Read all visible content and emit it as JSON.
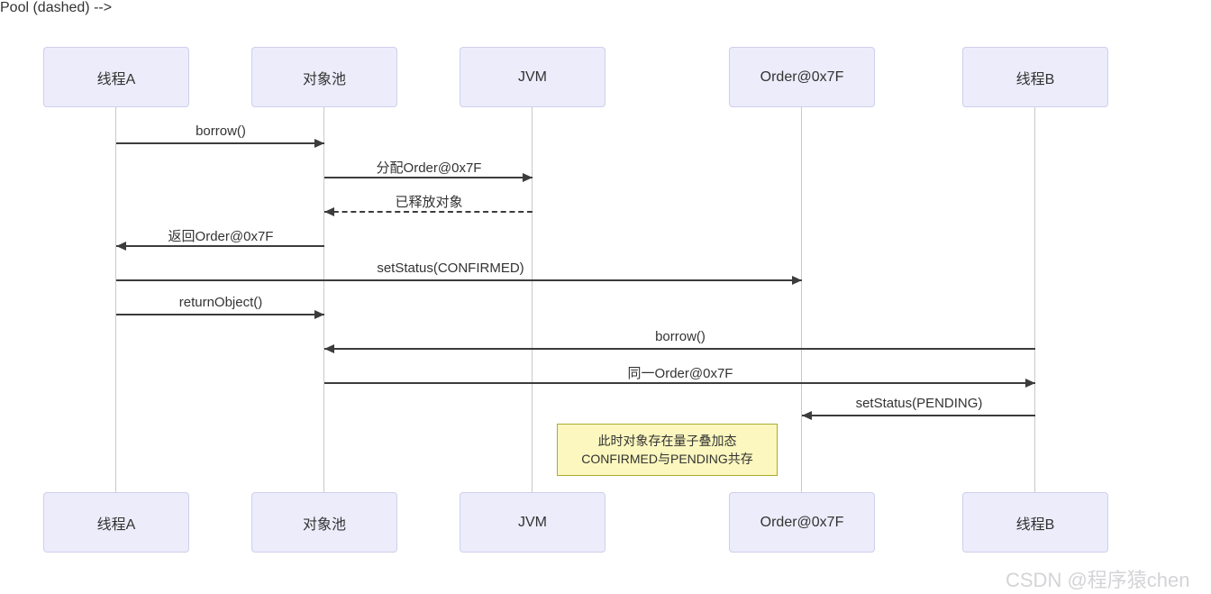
{
  "diagram": {
    "type": "sequence-diagram",
    "participants": [
      {
        "id": "thread-a",
        "label": "线程A"
      },
      {
        "id": "object-pool",
        "label": "对象池"
      },
      {
        "id": "jvm",
        "label": "JVM"
      },
      {
        "id": "order",
        "label": "Order@0x7F"
      },
      {
        "id": "thread-b",
        "label": "线程B"
      }
    ],
    "messages": [
      {
        "label": "borrow()",
        "from": "线程A",
        "to": "对象池",
        "style": "solid",
        "direction": "right"
      },
      {
        "label": "分配Order@0x7F",
        "from": "对象池",
        "to": "JVM",
        "style": "solid",
        "direction": "right"
      },
      {
        "label": "已释放对象",
        "from": "JVM",
        "to": "对象池",
        "style": "dashed",
        "direction": "left"
      },
      {
        "label": "返回Order@0x7F",
        "from": "对象池",
        "to": "线程A",
        "style": "solid",
        "direction": "left"
      },
      {
        "label": "setStatus(CONFIRMED)",
        "from": "线程A",
        "to": "Order@0x7F",
        "style": "solid",
        "direction": "right"
      },
      {
        "label": "returnObject()",
        "from": "线程A",
        "to": "对象池",
        "style": "solid",
        "direction": "right"
      },
      {
        "label": "borrow()",
        "from": "线程B",
        "to": "对象池",
        "style": "solid",
        "direction": "left"
      },
      {
        "label": "同一Order@0x7F",
        "from": "对象池",
        "to": "线程B",
        "style": "solid",
        "direction": "right"
      },
      {
        "label": "setStatus(PENDING)",
        "from": "线程B",
        "to": "Order@0x7F",
        "style": "solid",
        "direction": "left"
      }
    ],
    "note": {
      "line1": "此时对象存在量子叠加态",
      "line2": "CONFIRMED与PENDING共存"
    },
    "colors": {
      "actor_fill": "#ECECFB",
      "actor_border": "#CFCFEC",
      "message_line": "#3C3C3C",
      "lifeline": "#C9C9C9",
      "note_fill": "#FBF7BE",
      "note_border": "#ABAB33",
      "watermark_text": "#D4D4D8"
    }
  },
  "watermark": {
    "text": "CSDN @程序猿chen"
  }
}
